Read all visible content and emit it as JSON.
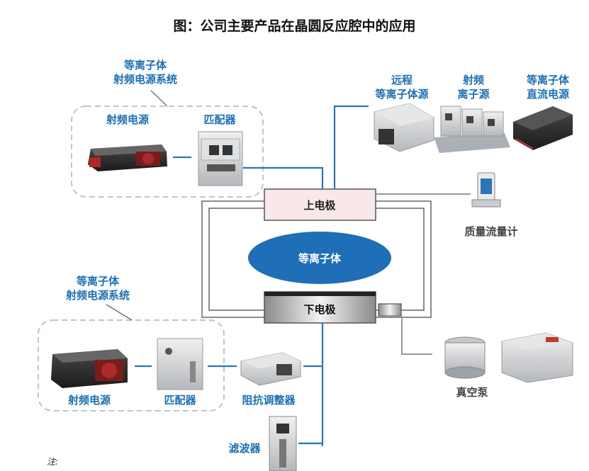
{
  "title": "图：公司主要产品在晶圆反应腔中的应用",
  "upper_group": {
    "label_line1": "等离子体",
    "label_line2": "射频电源系统",
    "rf_power": "射频电源",
    "matcher": "匹配器"
  },
  "top_right": {
    "remote_line1": "远程",
    "remote_line2": "等离子体源",
    "rf_source_line1": "射频",
    "rf_source_line2": "离子源",
    "dc_line1": "等离子体",
    "dc_line2": "直流电源"
  },
  "chamber": {
    "upper_electrode": "上电极",
    "plasma": "等离子体",
    "lower_electrode": "下电极"
  },
  "right_side": {
    "mass_flow_meter": "质量流量计",
    "vacuum_pump": "真空泵"
  },
  "lower_group": {
    "label_line1": "等离子体",
    "label_line2": "射频电源系统",
    "rf_power": "射频电源",
    "matcher": "匹配器",
    "impedance_tuner": "阻抗调整器",
    "filter": "滤波器"
  },
  "note": "注:",
  "colors": {
    "accent": "#1b6fb5",
    "plasma_fill": "#1f6fb8",
    "upper_electrode_fill": "#f8e8ea",
    "connector": "#2b74b8"
  }
}
